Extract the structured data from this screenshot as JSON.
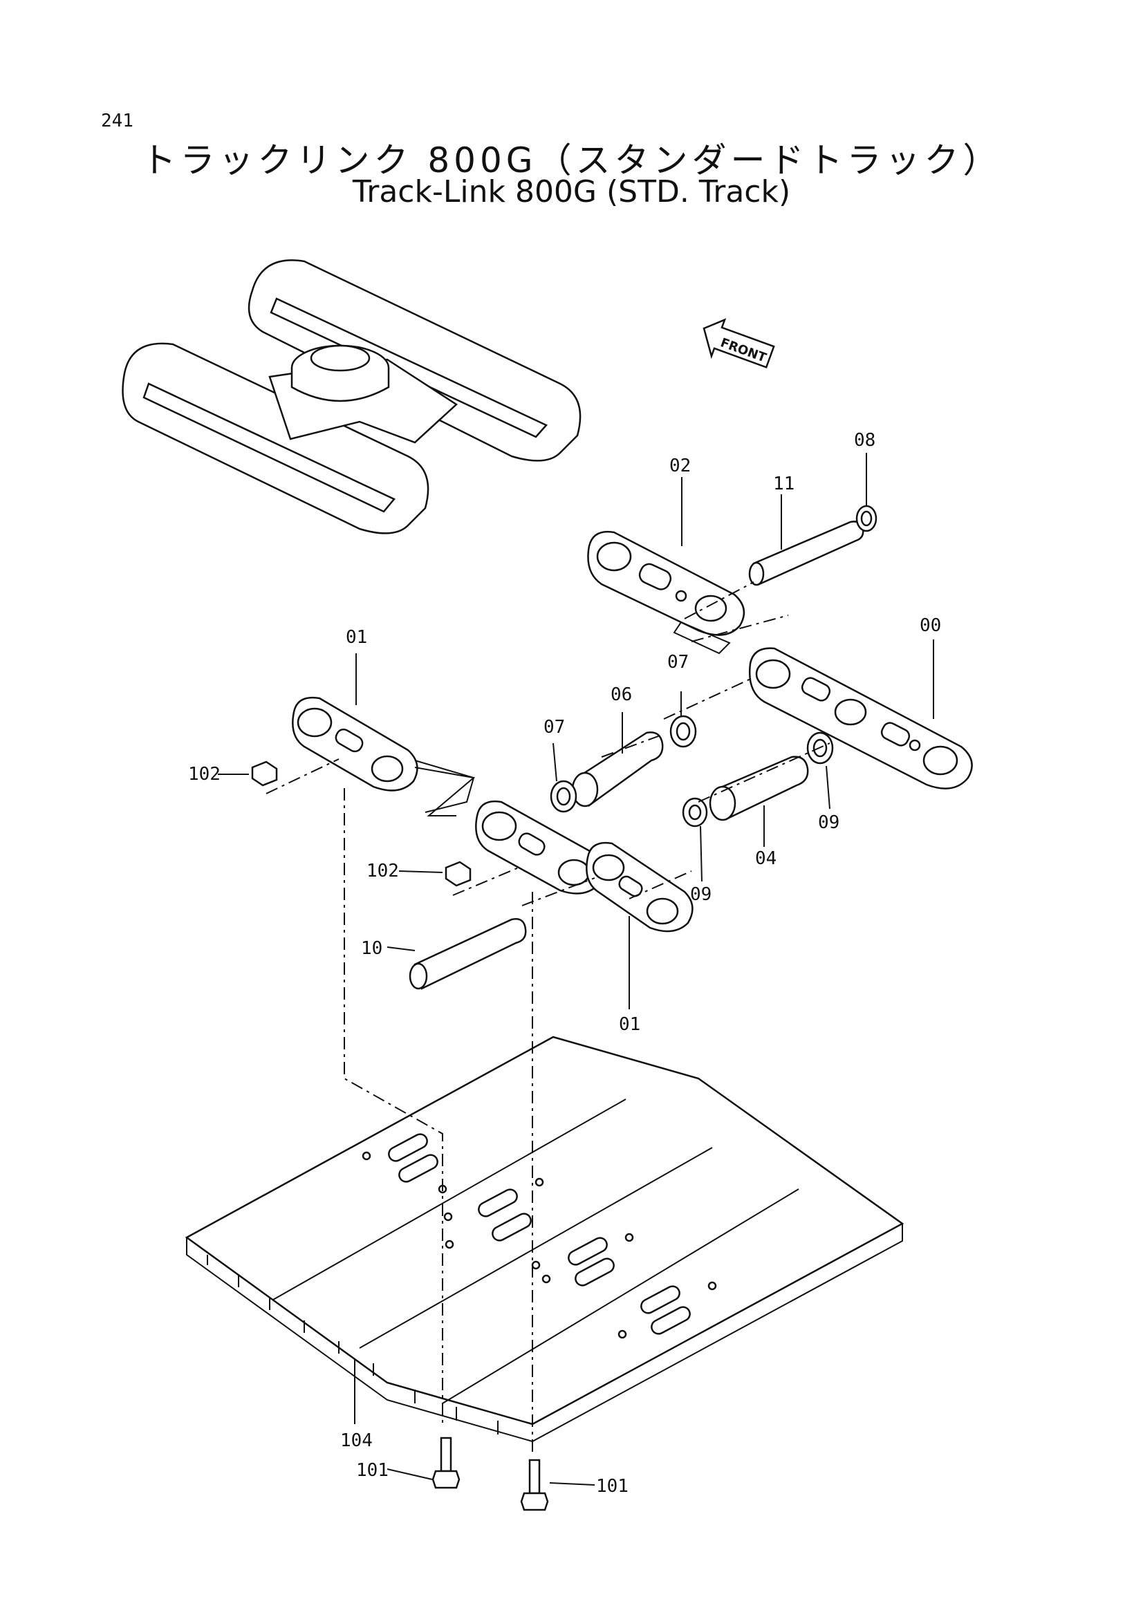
{
  "page": {
    "number": "241"
  },
  "title": {
    "japanese": "トラックリンク 800G（スタンダードトラック）",
    "english": "Track-Link 800G (STD. Track)"
  },
  "front_arrow": {
    "label": "FRONT"
  },
  "callouts": {
    "c00": "00",
    "c01a": "01",
    "c01b": "01",
    "c02": "02",
    "c04": "04",
    "c06": "06",
    "c07a": "07",
    "c07b": "07",
    "c08": "08",
    "c09a": "09",
    "c09b": "09",
    "c10": "10",
    "c11": "11",
    "c101a": "101",
    "c101b": "101",
    "c102a": "102",
    "c102b": "102",
    "c104": "104"
  }
}
